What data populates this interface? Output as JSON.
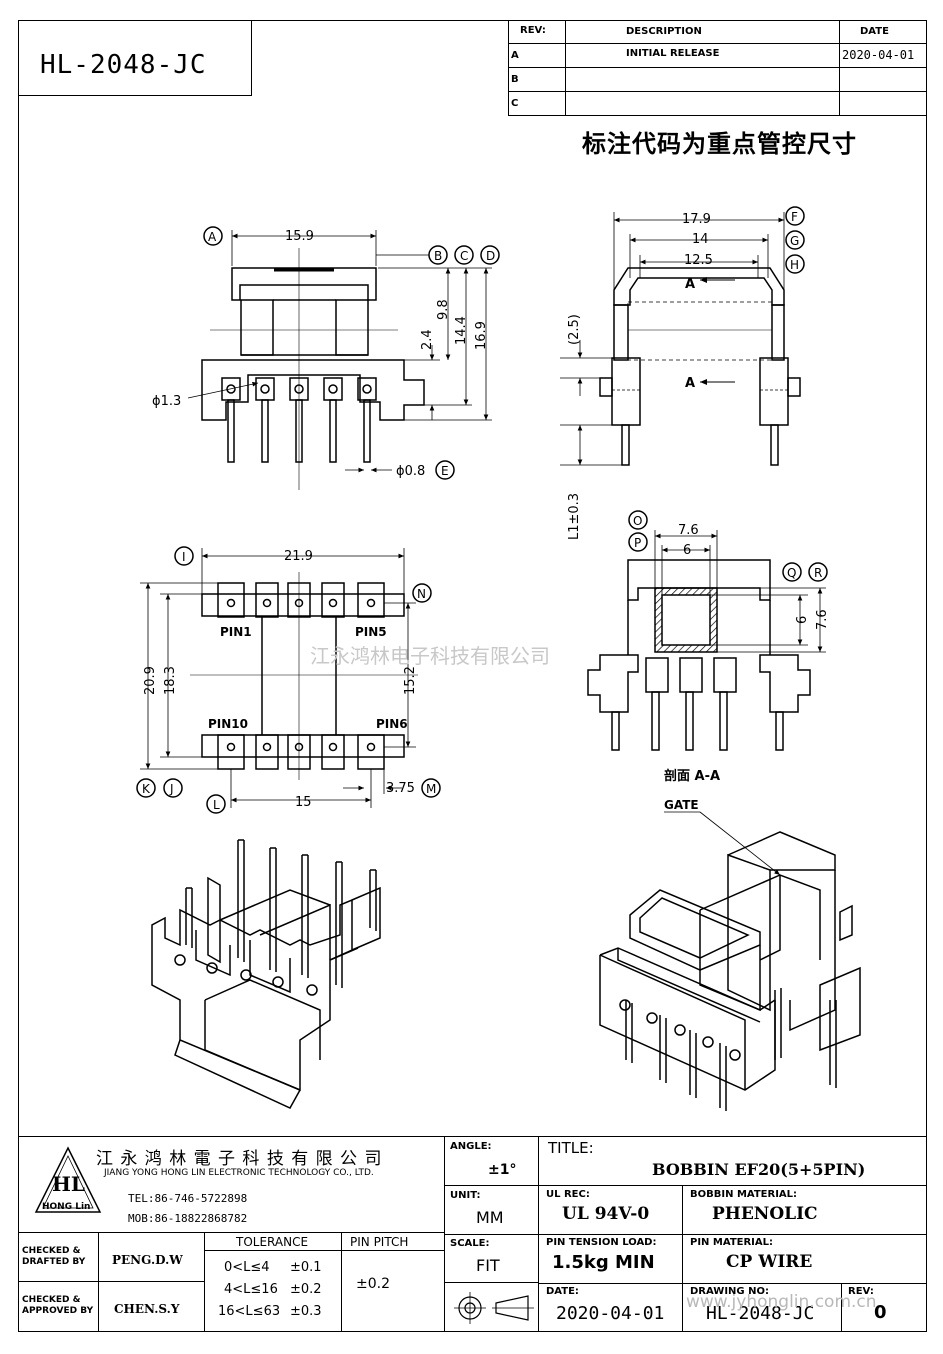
{
  "part_number": "HL-2048-JC",
  "revision_table": {
    "headers": {
      "rev": "REV:",
      "description": "DESCRIPTION",
      "date": "DATE"
    },
    "rows": [
      {
        "rev": "A",
        "description": "INITIAL RELEASE",
        "date": "2020-04-01"
      },
      {
        "rev": "B",
        "description": "",
        "date": ""
      },
      {
        "rev": "C",
        "description": "",
        "date": ""
      }
    ]
  },
  "note": "标注代码为重点管控尺寸",
  "watermark": "江永鸿林电子科技有限公司",
  "front_view": {
    "dims": {
      "width": "15.9",
      "h1": "2.4",
      "h2": "9.8",
      "h3": "14.4",
      "h4": "16.9",
      "hole": "ϕ1.3",
      "pin": "ϕ0.8"
    },
    "markers": [
      "A",
      "B",
      "C",
      "D",
      "E"
    ]
  },
  "side_view": {
    "dims": {
      "w1": "17.9",
      "w2": "14",
      "w3": "12.5",
      "v1": "(2.5)",
      "v2": "L1±0.3"
    },
    "section_label": "A",
    "markers": [
      "F",
      "G",
      "H"
    ]
  },
  "bottom_view": {
    "dims": {
      "w": "21.9",
      "h1": "20.9",
      "h2": "18.3",
      "h3": "15.2",
      "pitch": "15",
      "end": "3.75"
    },
    "pins": {
      "p1": "PIN1",
      "p5": "PIN5",
      "p10": "PIN10",
      "p6": "PIN6"
    },
    "markers": [
      "I",
      "N",
      "K",
      "J",
      "L",
      "M"
    ]
  },
  "section_view": {
    "dims": {
      "w1": "7.6",
      "w2": "6",
      "h1": "6",
      "h2": "7.6"
    },
    "markers": [
      "O",
      "P",
      "Q",
      "R"
    ],
    "caption": "剖面 A-A"
  },
  "iso_view": {
    "gate_label": "GATE"
  },
  "title_block": {
    "company_cn": "江 永 鸿 林 電 子 科 技 有 限 公 司",
    "company_en": "JIANG YONG HONG LIN ELECTRONIC TECHNOLOGY CO., LTD.",
    "logo_text": "HL",
    "logo_sub": "HONG Lin",
    "tel": "TEL:86-746-5722898",
    "mob": "MOB:86-18822868782",
    "angle_label": "ANGLE:",
    "angle_value": "±1°",
    "title_label": "TITLE:",
    "title_value": "BOBBIN EF20(5+5PIN)",
    "unit_label": "UNIT:",
    "unit_value": "MM",
    "ul_label": "UL REC:",
    "ul_value": "UL 94V-0",
    "bobbin_mat_label": "BOBBIN MATERIAL:",
    "bobbin_mat_value": "PHENOLIC",
    "checked_drafted_label": "CHECKED & DRAFTED BY",
    "checked_drafted_value": "PENG.D.W",
    "checked_approved_label": "CHECKED & APPROVED BY",
    "checked_approved_value": "CHEN.S.Y",
    "tolerance_label": "TOLERANCE",
    "tolerance_rows": [
      {
        "range": "0<L≤4",
        "value": "±0.1"
      },
      {
        "range": "4<L≤16",
        "value": "±0.2"
      },
      {
        "range": "16<L≤63",
        "value": "±0.3"
      }
    ],
    "pin_pitch_label": "PIN PITCH",
    "pin_pitch_value": "±0.2",
    "scale_label": "SCALE:",
    "scale_value": "FIT",
    "pin_tension_label": "PIN TENSION LOAD:",
    "pin_tension_value": "1.5kg MIN",
    "pin_mat_label": "PIN MATERIAL:",
    "pin_mat_value": "CP WIRE",
    "date_label": "DATE:",
    "date_value": "2020-04-01",
    "drawing_no_label": "DRAWING NO:",
    "drawing_no_value": "HL-2048-JC",
    "rev_label": "REV:",
    "rev_value": "0",
    "url_watermark": "www.jyhonglin.com.cn"
  }
}
